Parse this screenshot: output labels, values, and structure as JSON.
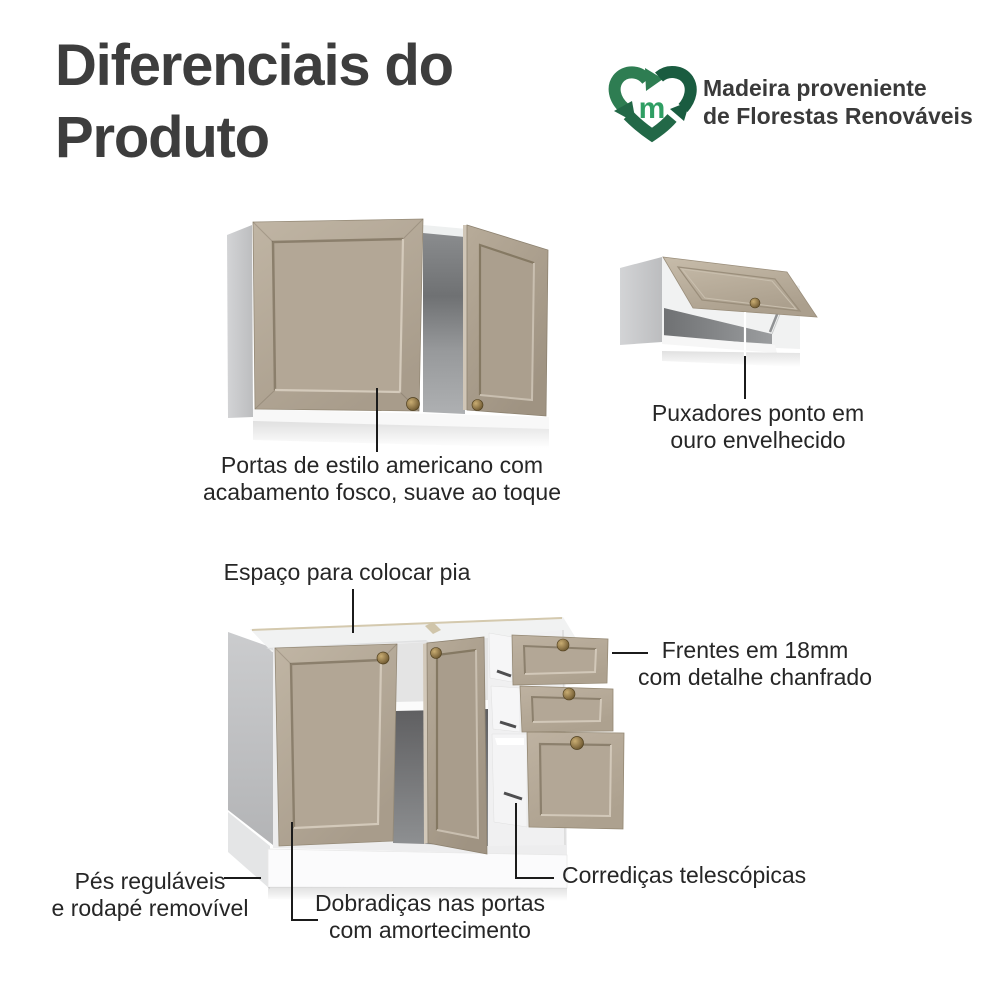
{
  "header": {
    "title": "Diferenciais do\nProduto",
    "eco_badge": {
      "label": "Madeira proveniente\nde Florestas Renováveis",
      "monogram": "m",
      "icon": "recycle-heart-icon"
    }
  },
  "callouts": [
    {
      "id": "portas",
      "text": "Portas de estilo americano com\nacabamento fosco, suave ao toque"
    },
    {
      "id": "puxadores",
      "text": "Puxadores ponto em\nouro envelhecido"
    },
    {
      "id": "pia",
      "text": "Espaço para colocar pia"
    },
    {
      "id": "frentes",
      "text": "Frentes em 18mm\ncom detalhe chanfrado"
    },
    {
      "id": "pes",
      "text": "Pés reguláveis\ne rodapé removível"
    },
    {
      "id": "dobradicas",
      "text": "Dobradiças nas portas\ncom amortecimento"
    },
    {
      "id": "corredicas",
      "text": "Corrediças telescópicas"
    }
  ],
  "illustrations": {
    "wall_cabinet": "wall cabinet with two matte doors, right door open",
    "flip_cabinet": "horizontal wall cabinet with flip-up door and knob",
    "base_cabinet": "open-top sink base cabinet with two doors and three telescopic drawers"
  },
  "colors": {
    "title_text": "#3d3d3d",
    "label_text": "#262626",
    "door_beige": "#b4a896",
    "carcass_white": "#f2f2f2",
    "side_gray": "#c4c5c7",
    "knob_gold": "#8b7346",
    "logo_green_dark": "#1a5c40",
    "logo_green_mid": "#2e7d52",
    "logo_green_bright": "#2f9e63",
    "callout_line": "#1b1b1b"
  }
}
